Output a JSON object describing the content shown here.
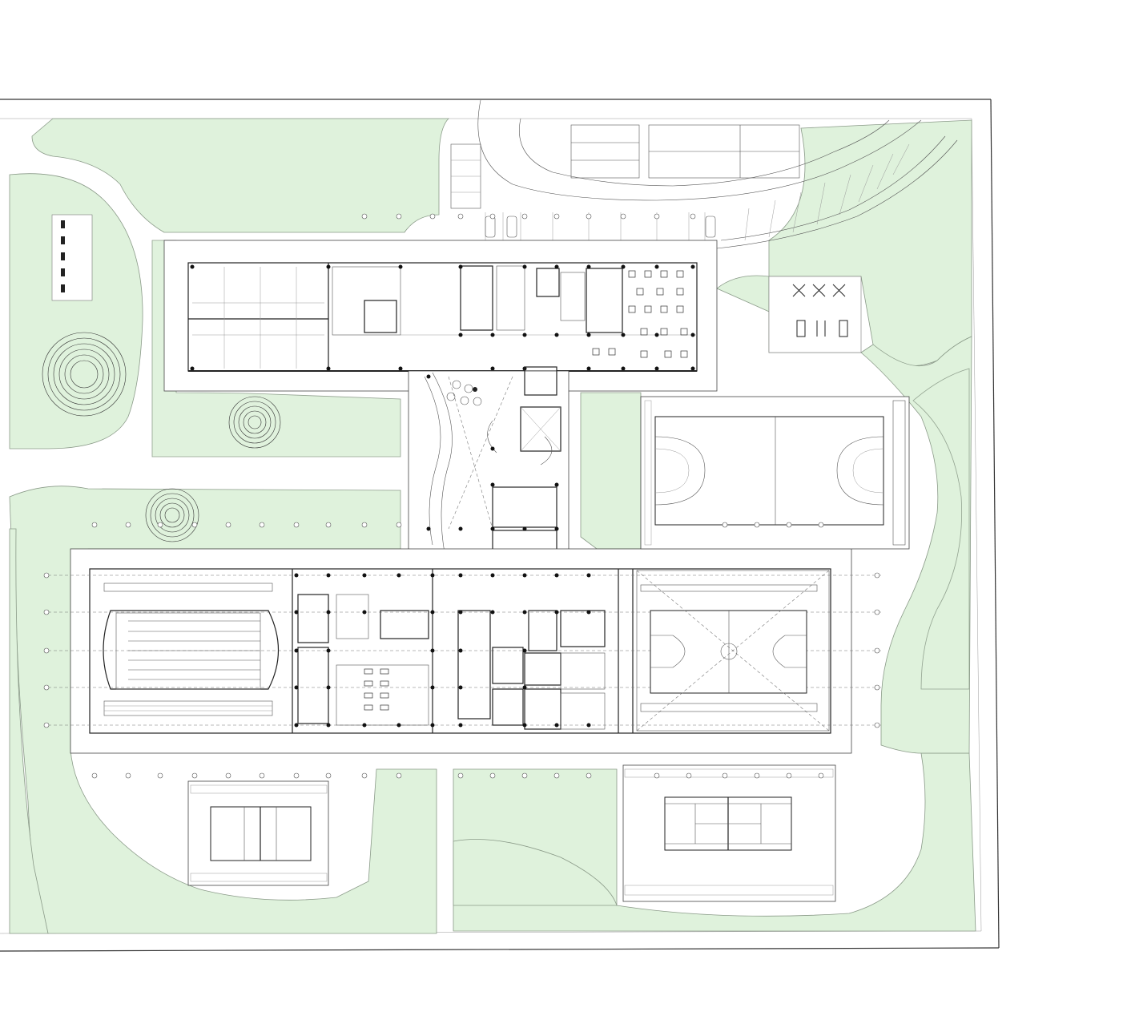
{
  "drawing": {
    "type": "site-plan",
    "colors": {
      "green_area": "#dff2dc",
      "walls": "#222222",
      "background": "#ffffff"
    },
    "elements": [
      "main-building-north-wing",
      "entrance-hall-connector",
      "aquatic-center",
      "central-services-block",
      "multipurpose-gymnasium",
      "handball-court",
      "volleyball-court-outdoor",
      "tennis-court-outdoor",
      "parking-lot",
      "amphitheater-circles",
      "landscape-green-areas"
    ]
  }
}
